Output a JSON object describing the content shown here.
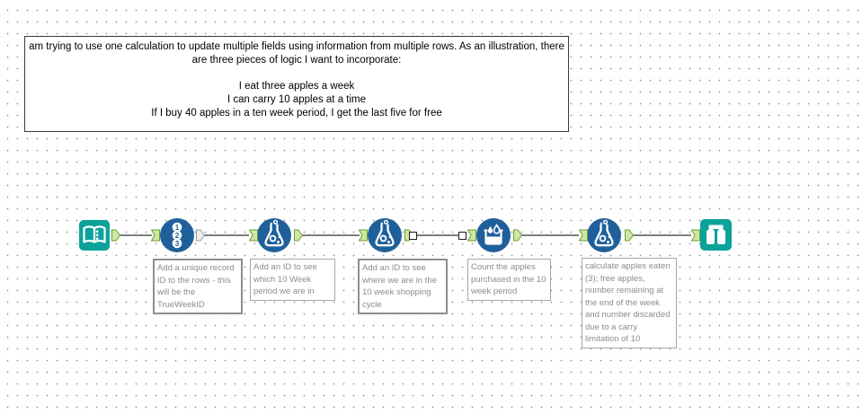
{
  "comment": {
    "lines": [
      "am trying to use one calculation to update multiple fields using information from multiple rows. As an illustration, there",
      "are three pieces of logic I want to incorporate:",
      "I eat three apples a week",
      "I can carry 10 apples at a time",
      "If I buy 40 apples in a ten week period, I get the last five for free"
    ]
  },
  "tools": [
    {
      "icon": "open-book-icon"
    },
    {
      "icon": "record-id-123-icon",
      "digits": [
        "1",
        "2",
        "3"
      ]
    },
    {
      "icon": "formula-flask-icon"
    },
    {
      "icon": "formula-flask-icon"
    },
    {
      "icon": "running-total-bucket-icon"
    },
    {
      "icon": "formula-flask-icon"
    },
    {
      "icon": "browse-binoculars-icon"
    }
  ],
  "annotations": [
    {
      "text": "Add a unique record ID to the rows - this will be the TrueWeekID"
    },
    {
      "text": "Add an ID to see which 10 Week period we are in"
    },
    {
      "text": "Add an ID to see where we are in the 10 week shopping cycle"
    },
    {
      "text": "Count the apples purchased in the 10 week period"
    },
    {
      "text": "calculate apples eaten (3); free apples, number remaining at the end of the week and number discarded due to a carry limitation of 10"
    }
  ],
  "colors": {
    "tool_teal": "#0BA29A",
    "tool_blue": "#20609A",
    "anchor_green_fill": "#CDE8A6",
    "anchor_green_border": "#6F9C33",
    "anchor_gray_fill": "#EDEDED",
    "anchor_gray_border": "#9A9A9A",
    "connection_gray": "#7F7F7F",
    "grid_dot": "#9A9A9A",
    "annotation_text": "#8C8C8C",
    "annotation_border": "#A6A6A6",
    "comment_border": "#3A3A3A"
  }
}
